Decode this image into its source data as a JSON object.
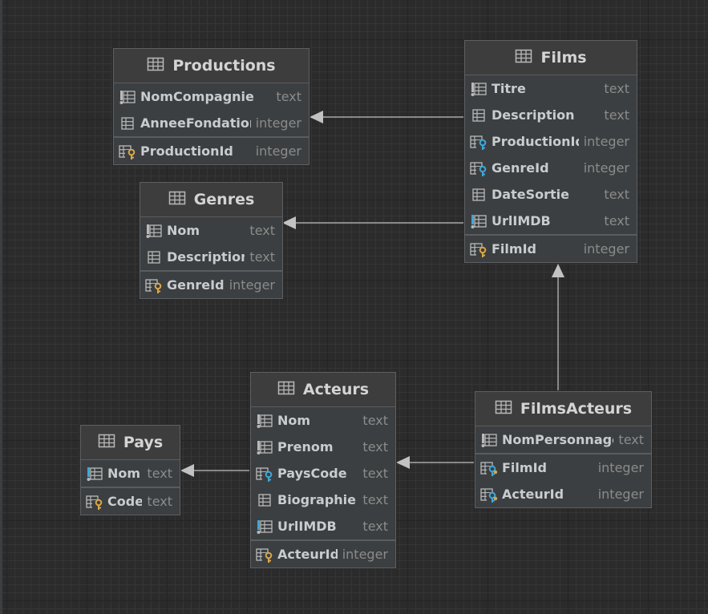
{
  "tables": {
    "productions": {
      "title": "Productions",
      "columns": [
        {
          "name": "NomCompagnie",
          "type": "text",
          "icon": "column-notnull-icon"
        },
        {
          "name": "AnneeFondation",
          "type": "integer",
          "icon": "column-icon"
        }
      ],
      "keys": [
        {
          "name": "ProductionId",
          "type": "integer",
          "icon": "primary-key-icon"
        }
      ]
    },
    "films": {
      "title": "Films",
      "columns": [
        {
          "name": "Titre",
          "type": "text",
          "icon": "column-notnull-icon"
        },
        {
          "name": "Description",
          "type": "text",
          "icon": "column-icon"
        },
        {
          "name": "ProductionId",
          "type": "integer",
          "icon": "foreign-key-icon"
        },
        {
          "name": "GenreId",
          "type": "integer",
          "icon": "foreign-key-icon"
        },
        {
          "name": "DateSortie",
          "type": "text",
          "icon": "column-icon"
        },
        {
          "name": "UrlIMDB",
          "type": "text",
          "icon": "column-unique-icon"
        }
      ],
      "keys": [
        {
          "name": "FilmId",
          "type": "integer",
          "icon": "primary-key-icon"
        }
      ]
    },
    "genres": {
      "title": "Genres",
      "columns": [
        {
          "name": "Nom",
          "type": "text",
          "icon": "column-notnull-icon"
        },
        {
          "name": "Description",
          "type": "text",
          "icon": "column-icon"
        }
      ],
      "keys": [
        {
          "name": "GenreId",
          "type": "integer",
          "icon": "primary-key-icon"
        }
      ]
    },
    "acteurs": {
      "title": "Acteurs",
      "columns": [
        {
          "name": "Nom",
          "type": "text",
          "icon": "column-notnull-icon"
        },
        {
          "name": "Prenom",
          "type": "text",
          "icon": "column-notnull-icon"
        },
        {
          "name": "PaysCode",
          "type": "text",
          "icon": "foreign-key-icon"
        },
        {
          "name": "Biographie",
          "type": "text",
          "icon": "column-icon"
        },
        {
          "name": "UrlIMDB",
          "type": "text",
          "icon": "column-unique-icon"
        }
      ],
      "keys": [
        {
          "name": "ActeurId",
          "type": "integer",
          "icon": "primary-key-icon"
        }
      ]
    },
    "pays": {
      "title": "Pays",
      "columns": [
        {
          "name": "Nom",
          "type": "text",
          "icon": "column-unique-icon"
        }
      ],
      "keys": [
        {
          "name": "Code",
          "type": "text",
          "icon": "primary-key-icon"
        }
      ]
    },
    "filmsacteurs": {
      "title": "FilmsActeurs",
      "columns": [
        {
          "name": "NomPersonnage",
          "type": "text",
          "icon": "column-notnull-icon"
        }
      ],
      "keys": [
        {
          "name": "FilmId",
          "type": "integer",
          "icon": "foreign-primary-key-icon"
        },
        {
          "name": "ActeurId",
          "type": "integer",
          "icon": "foreign-primary-key-icon"
        }
      ]
    }
  },
  "relations": [
    {
      "from": "films",
      "to": "productions"
    },
    {
      "from": "films",
      "to": "genres"
    },
    {
      "from": "filmsacteurs",
      "to": "films"
    },
    {
      "from": "filmsacteurs",
      "to": "acteurs"
    },
    {
      "from": "acteurs",
      "to": "pays"
    }
  ],
  "colors": {
    "background": "#2b2b2b",
    "table_bg": "#3c3f41",
    "header_bg": "#3d3d3d",
    "border": "#5d5f61",
    "column_text": "#c9ccce",
    "type_text": "#8b8b8b",
    "key_gold": "#d9a84a",
    "key_blue": "#3fa8d8",
    "link_line": "#a8a8a8"
  }
}
